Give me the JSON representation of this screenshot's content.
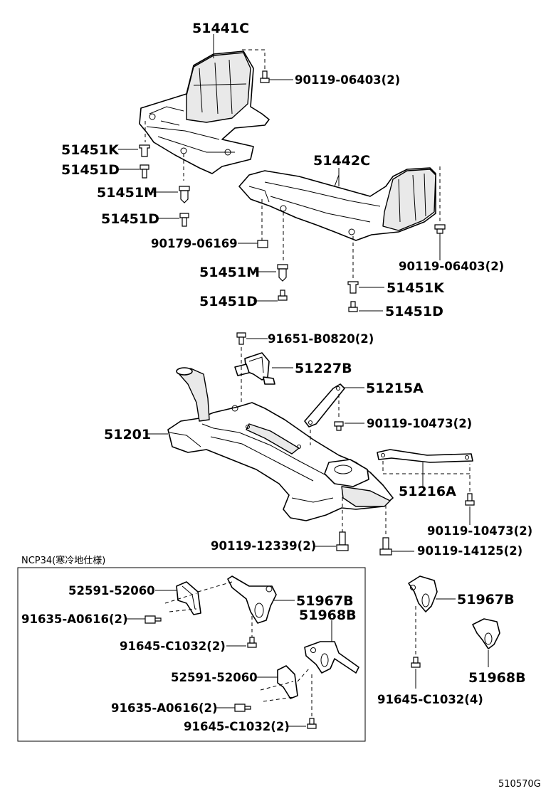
{
  "labels": {
    "p51441C": "51441C",
    "p90119_06403_a": "90119-06403(2)",
    "p51451K_a": "51451K",
    "p51451D_a": "51451D",
    "p51451M_a": "51451M",
    "p51451D_b": "51451D",
    "p51442C": "51442C",
    "p90179_06169": "90179-06169",
    "p51451M_b": "51451M",
    "p51451D_c": "51451D",
    "p90119_06403_b": "90119-06403(2)",
    "p51451K_b": "51451K",
    "p51451D_d": "51451D",
    "p91651_B0820": "91651-B0820(2)",
    "p51227B": "51227B",
    "p51215A": "51215A",
    "p90119_10473_a": "90119-10473(2)",
    "p51201": "51201",
    "p51216A": "51216A",
    "p90119_10473_b": "90119-10473(2)",
    "p90119_12339": "90119-12339(2)",
    "p90119_14125": "90119-14125(2)",
    "ncp34": "NCP34(寒冷地仕様)",
    "p52591_52060_a": "52591-52060",
    "p51967B_a": "51967B",
    "p91635_A0616_a": "91635-A0616(2)",
    "p51968B_a": "51968B",
    "p91645_C1032_a": "91645-C1032(2)",
    "p52591_52060_b": "52591-52060",
    "p91635_A0616_b": "91635-A0616(2)",
    "p91645_C1032_b": "91645-C1032(2)",
    "p51967B_b": "51967B",
    "p51968B_b": "51968B",
    "p91645_C1032_c": "91645-C1032(4)",
    "diagram_code": "510570G"
  }
}
